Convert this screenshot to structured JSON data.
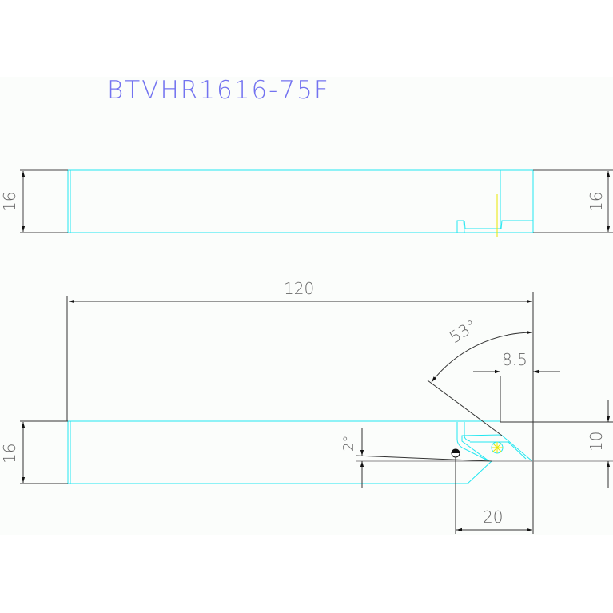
{
  "title": "BTVHR1616-75F",
  "dimensions": {
    "top_height_left": "16",
    "top_height_right": "16",
    "length": "120",
    "angle": "53°",
    "offset": "8.5",
    "height_side": "16",
    "tip_height": "10",
    "clearance_angle": "2°",
    "head_width": "20"
  },
  "colors": {
    "outline": "#00e5ee",
    "dimension": "#333333",
    "title": "#7373f0",
    "center_line": "#e5e500"
  }
}
